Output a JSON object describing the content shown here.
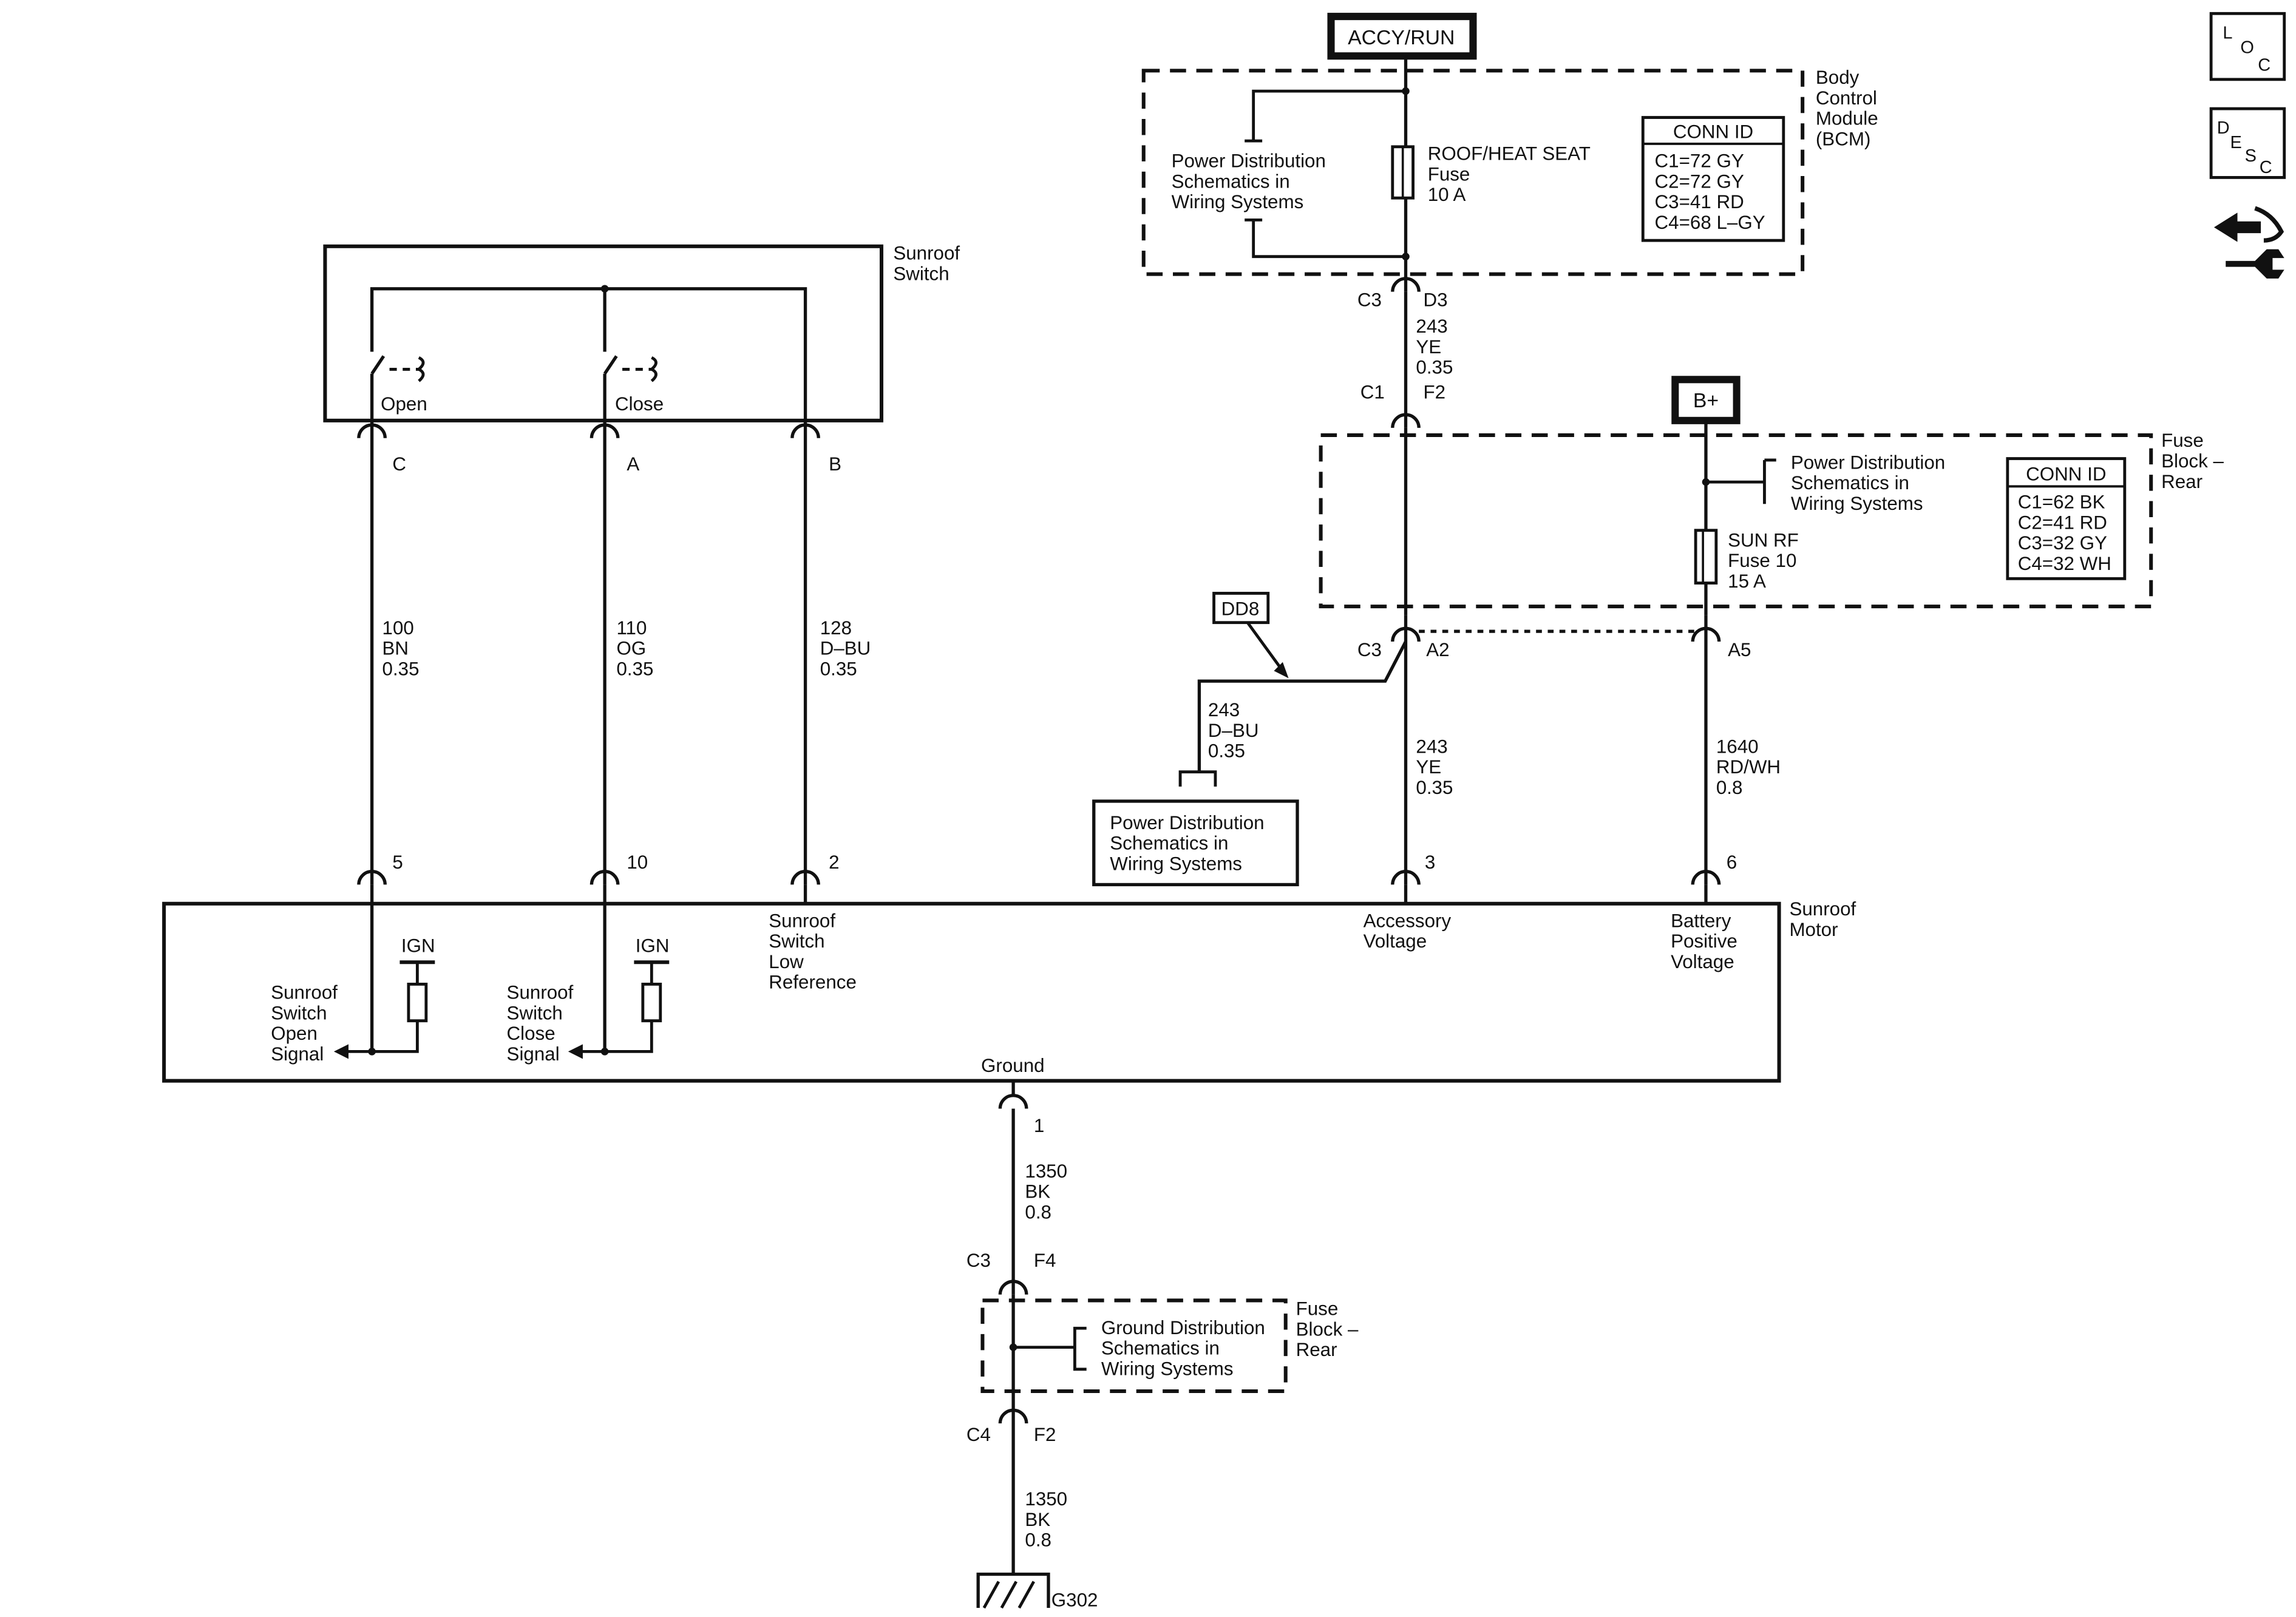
{
  "power_sources": {
    "accy_run": "ACCY/RUN",
    "b_plus": "B+"
  },
  "bcm": {
    "label": [
      "Body",
      "Control",
      "Module",
      "(BCM)"
    ],
    "fuse": [
      "ROOF/HEAT SEAT",
      "Fuse",
      "10 A"
    ],
    "pds_note": [
      "Power Distribution",
      "Schematics in",
      "Wiring Systems"
    ],
    "conn_id_title": "CONN ID",
    "conn_ids": [
      "C1=72 GY",
      "C2=72 GY",
      "C3=41 RD",
      "C4=68 L–GY"
    ]
  },
  "fuse_block_rear": {
    "label": [
      "Fuse",
      "Block –",
      "Rear"
    ],
    "fuse": [
      "SUN RF",
      "Fuse 10",
      "15 A"
    ],
    "pds_note": [
      "Power Distribution",
      "Schematics in",
      "Wiring Systems"
    ],
    "conn_id_title": "CONN ID",
    "conn_ids": [
      "C1=62 BK",
      "C2=41 RD",
      "C3=32 GY",
      "C4=32 WH"
    ]
  },
  "sunroof_switch": {
    "label": [
      "Sunroof",
      "Switch"
    ],
    "contacts": [
      "Open",
      "Close"
    ],
    "pins": [
      "C",
      "A",
      "B"
    ]
  },
  "wires": {
    "w100": [
      "100",
      "BN",
      "0.35"
    ],
    "w110": [
      "110",
      "OG",
      "0.35"
    ],
    "w128": [
      "128",
      "D–BU",
      "0.35"
    ],
    "w243_top": [
      "243",
      "YE",
      "0.35"
    ],
    "w243_mid": [
      "243",
      "YE",
      "0.35"
    ],
    "w243_dbu": [
      "243",
      "D–BU",
      "0.35"
    ],
    "w1640": [
      "1640",
      "RD/WH",
      "0.8"
    ],
    "w1350_a": [
      "1350",
      "BK",
      "0.8"
    ],
    "w1350_b": [
      "1350",
      "BK",
      "0.8"
    ]
  },
  "connectors": {
    "bcm_out": [
      "C3",
      "D3"
    ],
    "fb_in": [
      "C1",
      "F2"
    ],
    "fb_out_a2": [
      "C3",
      "A2"
    ],
    "fb_out_a5": "A5",
    "ground_in": [
      "C3",
      "F4"
    ],
    "ground_out": [
      "C4",
      "F2"
    ]
  },
  "splice_tag": "DD8",
  "pds_box": [
    "Power Distribution",
    "Schematics in",
    "Wiring Systems"
  ],
  "sunroof_motor": {
    "label": [
      "Sunroof",
      "Motor"
    ],
    "pins": [
      "5",
      "10",
      "2",
      "3",
      "6",
      "1"
    ],
    "ign": [
      "IGN",
      "IGN"
    ],
    "open_signal": [
      "Sunroof",
      "Switch",
      "Open",
      "Signal"
    ],
    "close_signal": [
      "Sunroof",
      "Switch",
      "Close",
      "Signal"
    ],
    "low_ref": [
      "Sunroof",
      "Switch",
      "Low",
      "Reference"
    ],
    "accessory": [
      "Accessory",
      "Voltage"
    ],
    "battery": [
      "Battery",
      "Positive",
      "Voltage"
    ],
    "ground": "Ground"
  },
  "ground_block": {
    "label": [
      "Fuse",
      "Block –",
      "Rear"
    ],
    "gds_note": [
      "Ground Distribution",
      "Schematics in",
      "Wiring Systems"
    ]
  },
  "ground_point": "G302",
  "nav_buttons": {
    "loc": [
      "L",
      "O",
      "C"
    ],
    "desc": [
      "D",
      "E",
      "S",
      "C"
    ]
  }
}
